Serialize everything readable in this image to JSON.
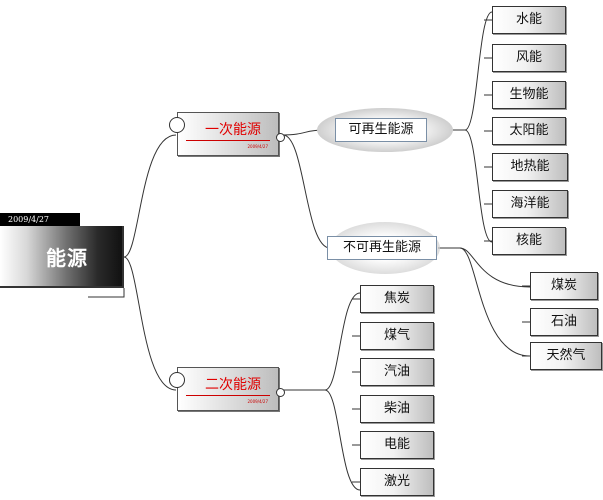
{
  "root": {
    "label": "能源",
    "date": "2009/4/27"
  },
  "primary": {
    "label": "一次能源",
    "date": "2009/4/27"
  },
  "secondary_energy": {
    "label": "二次能源",
    "date": "2009/4/27"
  },
  "renewable": {
    "label": "可再生能源",
    "items": [
      "水能",
      "风能",
      "生物能",
      "太阳能",
      "地热能",
      "海洋能",
      "核能"
    ]
  },
  "nonrenewable": {
    "label": "不可再生能源",
    "items": [
      "煤炭",
      "石油",
      "天然气"
    ]
  },
  "secondary_items": [
    "焦炭",
    "煤气",
    "汽油",
    "柴油",
    "电能",
    "激光"
  ],
  "colors": {
    "primary_label": "#e00000",
    "connector": "#333333"
  }
}
